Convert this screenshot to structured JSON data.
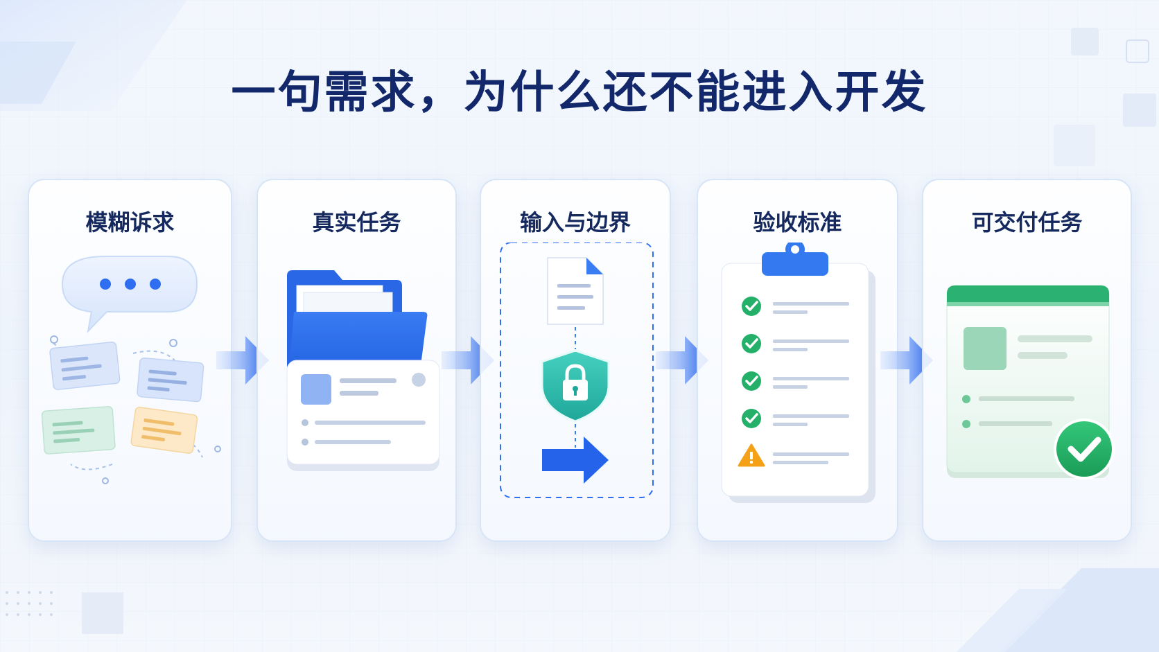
{
  "page": {
    "title": "一句需求，为什么还不能进入开发"
  },
  "steps": [
    {
      "label": "模糊诉求"
    },
    {
      "label": "真实任务"
    },
    {
      "label": "输入与边界"
    },
    {
      "label": "验收标准"
    },
    {
      "label": "可交付任务"
    }
  ],
  "colors": {
    "title": "#13286b",
    "primary_blue": "#2f6ef0",
    "arrow_blue": "#1e5fef",
    "success_green": "#25b06a",
    "teal_shield": "#2fc1b0",
    "warning_orange": "#f5a118"
  },
  "icons": {
    "step1": "chat-bubble-icon",
    "step2": "folder-icon",
    "step3": "document-shield-arrow-icon",
    "step4": "clipboard-checklist-icon",
    "step5": "approved-window-icon"
  }
}
